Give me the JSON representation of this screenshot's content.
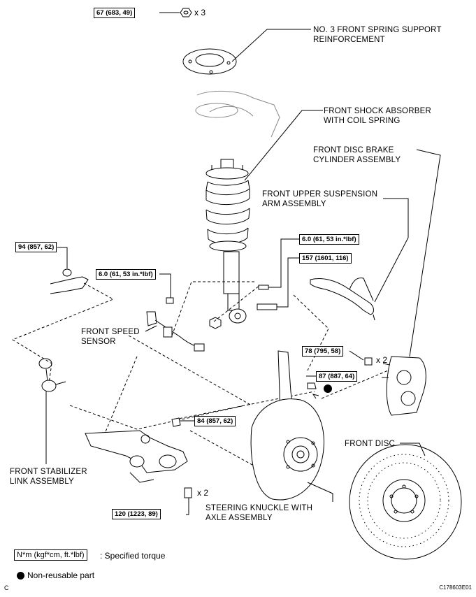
{
  "labels": {
    "spring_support": [
      "NO. 3 FRONT SPRING SUPPORT",
      "REINFORCEMENT"
    ],
    "shock_absorber": [
      "FRONT SHOCK ABSORBER",
      "WITH COIL SPRING"
    ],
    "brake_cylinder": [
      "FRONT DISC BRAKE",
      "CYLINDER ASSEMBLY"
    ],
    "upper_arm": [
      "FRONT UPPER SUSPENSION",
      "ARM ASSEMBLY"
    ],
    "speed_sensor": [
      "FRONT SPEED",
      "SENSOR"
    ],
    "stabilizer_link": [
      "FRONT STABILIZER",
      "LINK ASSEMBLY"
    ],
    "knuckle": [
      "STEERING KNUCKLE WITH",
      "AXLE ASSEMBLY"
    ],
    "front_disc": "FRONT DISC"
  },
  "torques": {
    "top_nut": "67 (683, 49)",
    "stab_nut": "94 (857, 62)",
    "sensor_bolt": "6.0 (61, 53 in.*lbf)",
    "shock_bolt_small": "6.0 (61, 53 in.*lbf)",
    "shock_bolt": "157 (1601, 116)",
    "caliper_bolt": "78 (795, 58)",
    "upper_arm_nut": "87 (887, 64)",
    "lower_nut": "84 (857, 62)",
    "lower_bolt": "120 (1223, 89)"
  },
  "multipliers": {
    "top": "x 3",
    "caliper": "x 2",
    "lower": "x 2"
  },
  "legend": {
    "unit_box": "N*m (kgf*cm, ft.*lbf)",
    "specified_torque": ": Specified torque",
    "non_reusable": "Non-reusable part"
  },
  "corner_letter": "C",
  "figure_code": "C178603E01"
}
